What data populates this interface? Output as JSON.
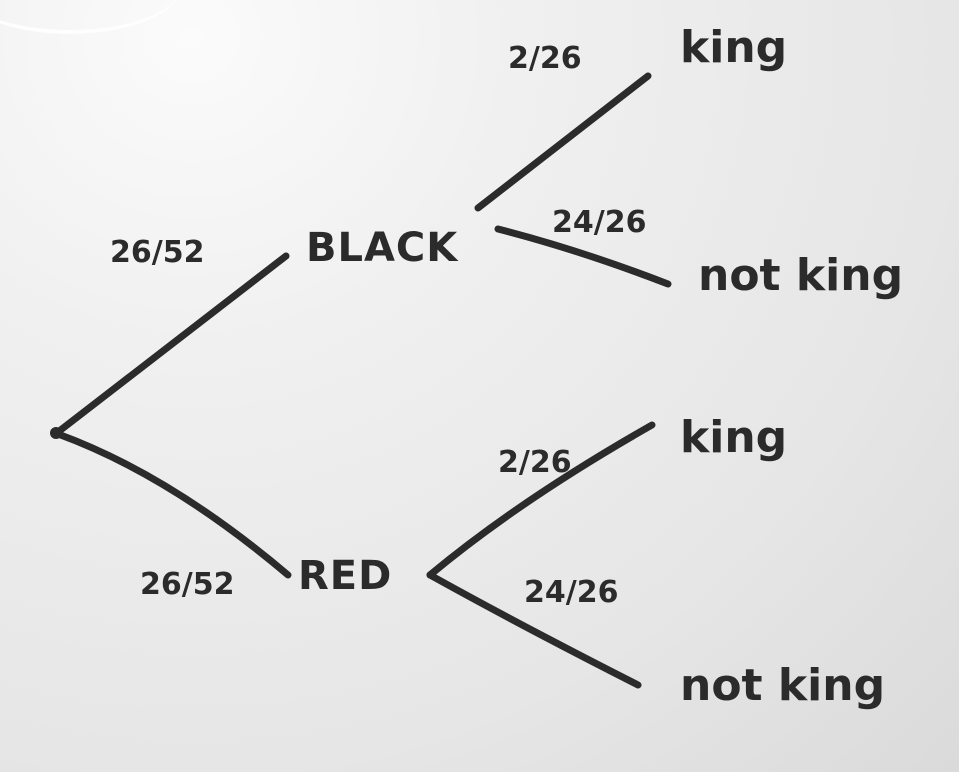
{
  "tree": {
    "level1": [
      {
        "name": "BLACK",
        "probability": "26/52"
      },
      {
        "name": "RED",
        "probability": "26/52"
      }
    ],
    "black_branches": [
      {
        "name": "king",
        "probability": "2/26"
      },
      {
        "name": "not king",
        "probability": "24/26"
      }
    ],
    "red_branches": [
      {
        "name": "king",
        "probability": "2/26"
      },
      {
        "name": "not king",
        "probability": "24/26"
      }
    ]
  },
  "ink_color": "#2b2b2b"
}
